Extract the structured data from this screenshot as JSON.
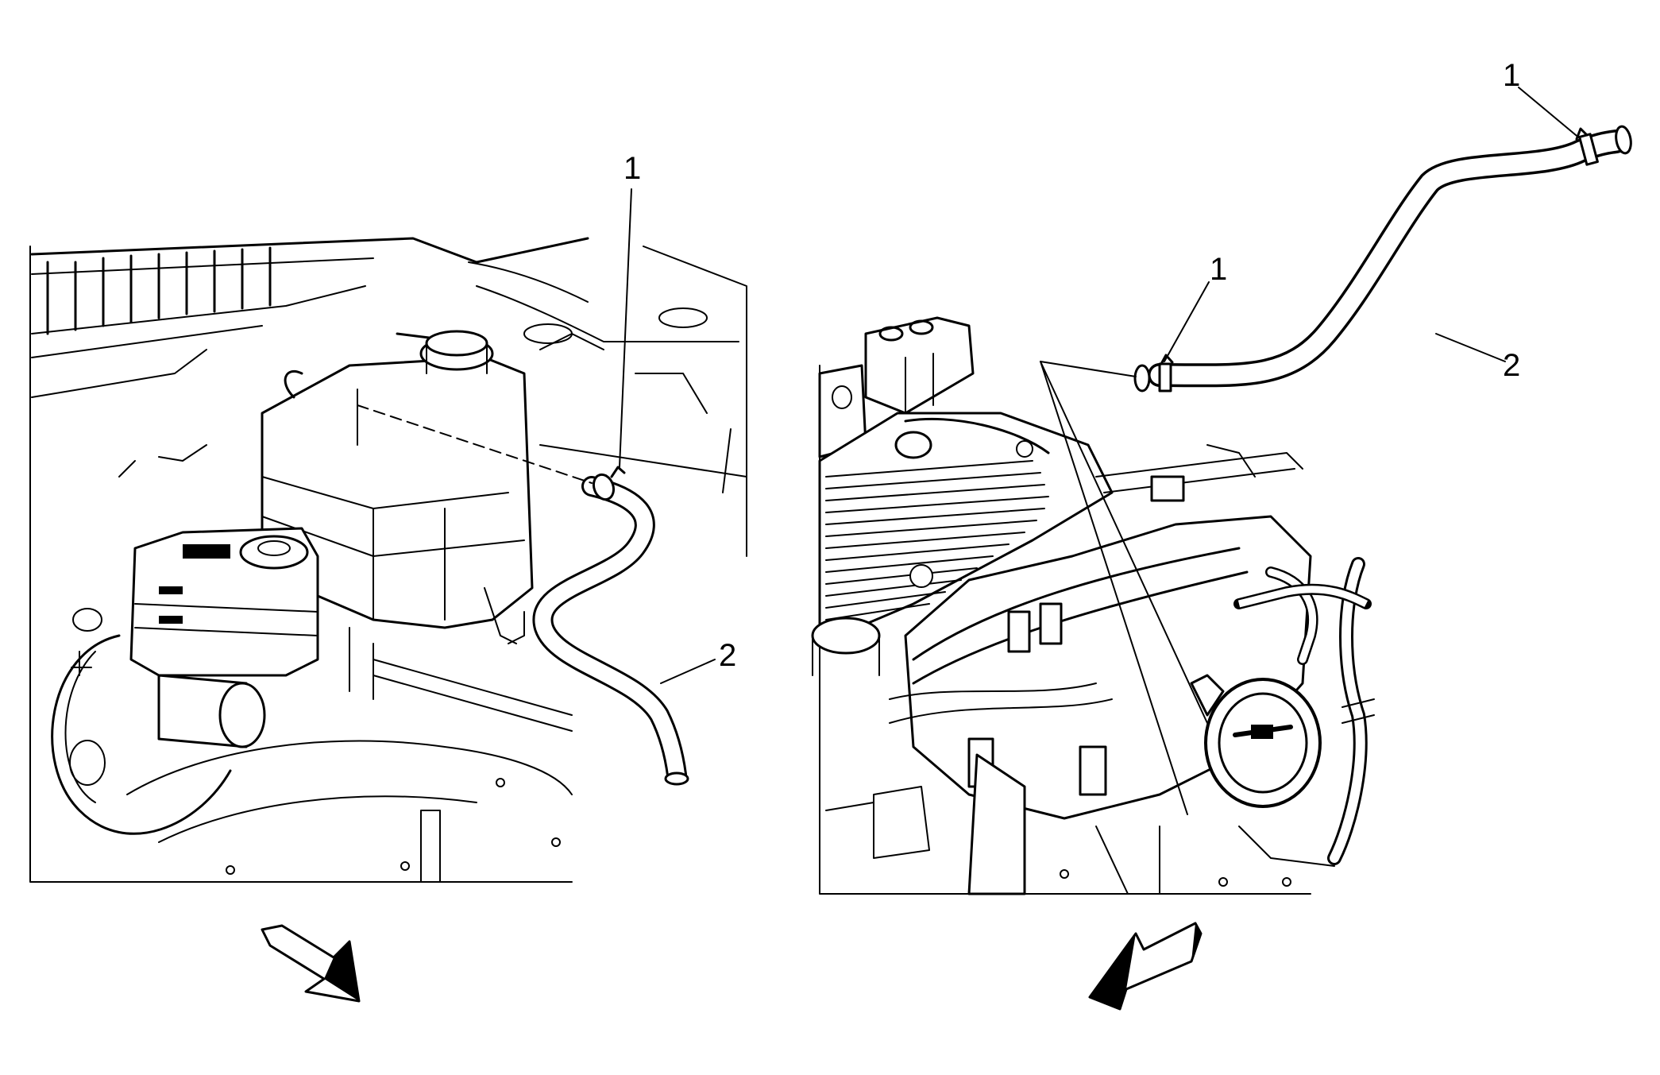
{
  "left_view": {
    "callouts": [
      {
        "label": "1"
      },
      {
        "label": "2"
      }
    ],
    "direction_arrow": "arrow-down-right-icon"
  },
  "right_view": {
    "callouts": [
      {
        "label": "1"
      },
      {
        "label": "1"
      },
      {
        "label": "2"
      }
    ],
    "direction_arrow": "arrow-down-left-icon"
  }
}
